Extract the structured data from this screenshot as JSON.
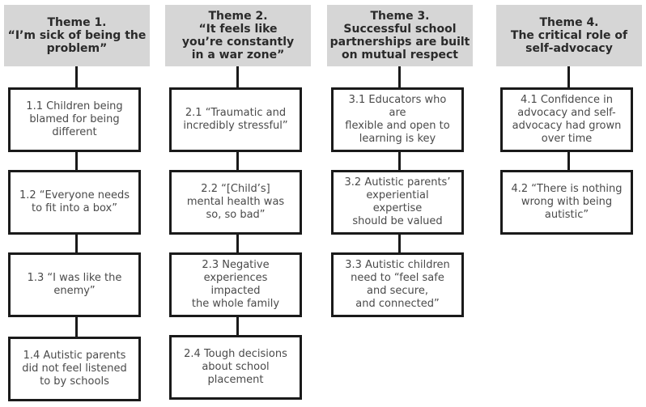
{
  "themes": [
    {
      "title": "Theme 1.\n“I’m sick of being the\nproblem”",
      "subthemes": [
        "1.1 Children being\nblamed for being\ndifferent",
        "1.2 “Everyone needs\nto fit into a box”",
        "1.3 “I was like the\nenemy”",
        "1.4 Autistic parents\ndid not feel listened\nto by schools"
      ]
    },
    {
      "title": "Theme 2.\n“It feels like\nyou’re constantly\nin a war zone”",
      "subthemes": [
        "2.1 “Traumatic and\nincredibly stressful”",
        "2.2 “[Child’s]\nmental health was\nso, so bad”",
        "2.3 Negative\nexperiences impacted\nthe whole family",
        "2.4 Tough decisions\nabout school\nplacement"
      ]
    },
    {
      "title": "Theme 3.\nSuccessful school\npartnerships are built\non mutual respect",
      "subthemes": [
        "3.1 Educators who are\nflexible and open to\nlearning is key",
        "3.2 Autistic parents’\nexperiential expertise\nshould be valued",
        "3.3 Autistic children\nneed to “feel safe\nand secure,\nand connected”"
      ]
    },
    {
      "title": "Theme 4.\nThe critical role of\nself-advocacy",
      "subthemes": [
        "4.1 Confidence in\nadvocacy and self-\nadvocacy had grown\nover time",
        "4.2 “There is nothing\nwrong with being\nautistic”"
      ]
    }
  ]
}
